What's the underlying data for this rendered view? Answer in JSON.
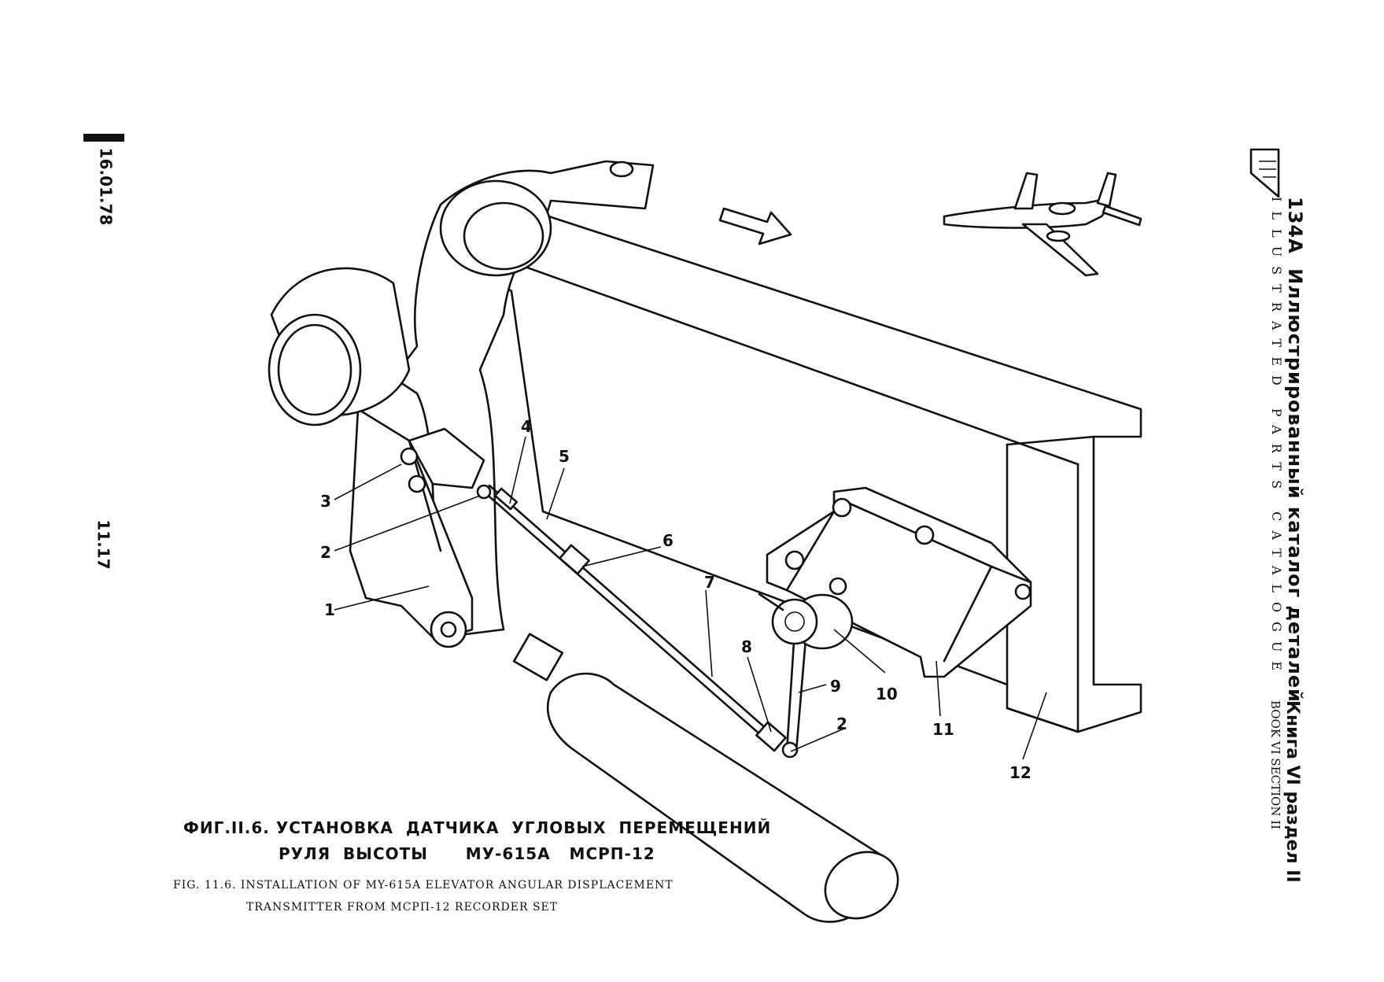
{
  "page": {
    "date": "16.01.78",
    "page_number": "11.17"
  },
  "header": {
    "model": "134A",
    "title_ru": "Иллюстрированный каталог деталей",
    "title_en": "ILLUSTRATED PARTS CATALOGUE",
    "book_ru": "Книга VI раздел II",
    "book_en": "BOOK VI SECTION II"
  },
  "callouts": [
    "1",
    "2",
    "3",
    "4",
    "5",
    "6",
    "7",
    "8",
    "2",
    "9",
    "10",
    "11",
    "12"
  ],
  "caption": {
    "ru_line1": "ФИГ.II.6. УСТАНОВКА  ДАТЧИКА  УГЛОВЫХ  ПЕРЕМЕЩЕНИЙ",
    "ru_line2": "РУЛЯ  ВЫСОТЫ      МУ-615А   МСРП-12",
    "en_line1": "FIG. 11.6. INSTALLATION OF MY-615A ELEVATOR ANGULAR DISPLACEMENT",
    "en_line2": "TRANSMITTER FROM MCPП-12 RECORDER SET"
  },
  "icons": [
    "logo-icon",
    "aircraft-icon",
    "direction-arrow-icon"
  ]
}
